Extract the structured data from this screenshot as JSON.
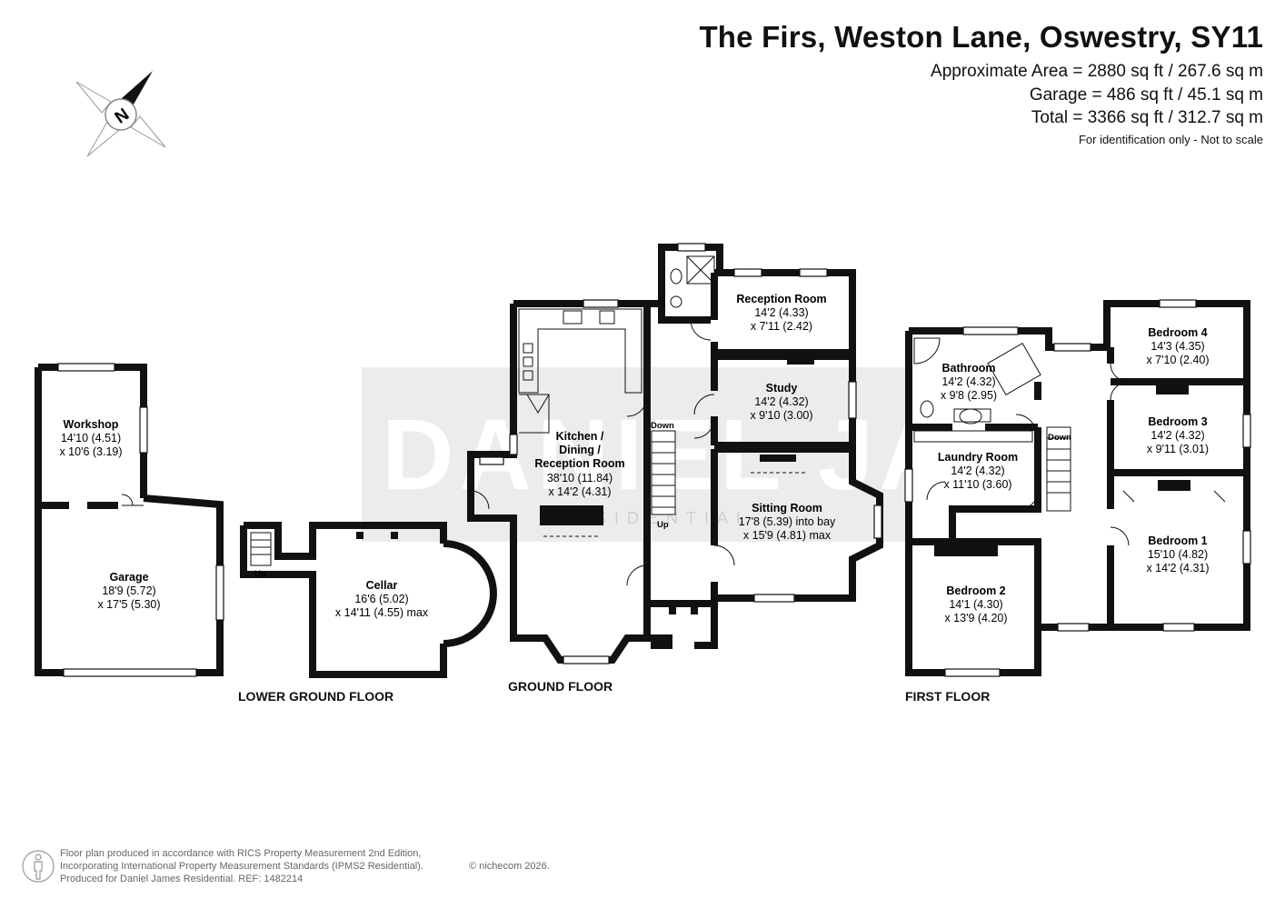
{
  "header": {
    "title": "The Firs, Weston Lane, Oswestry, SY11",
    "area_approx": "Approximate Area = 2880 sq ft / 267.6 sq m",
    "area_garage": "Garage = 486 sq ft / 45.1 sq m",
    "area_total": "Total = 3366 sq ft / 312.7 sq m",
    "note": "For identification only - Not to scale"
  },
  "compass": {
    "label": "N",
    "icon": "compass-north-icon"
  },
  "watermark": {
    "brand": "DANIEL JAMES",
    "tagline": "RESIDENTIAL"
  },
  "floors": {
    "lower_ground": "LOWER GROUND FLOOR",
    "ground": "GROUND FLOOR",
    "first": "FIRST FLOOR"
  },
  "rooms": {
    "workshop": {
      "name": "Workshop",
      "dim1": "14'10 (4.51)",
      "dim2": "x 10'6 (3.19)"
    },
    "garage": {
      "name": "Garage",
      "dim1": "18'9 (5.72)",
      "dim2": "x 17'5 (5.30)"
    },
    "cellar": {
      "name": "Cellar",
      "dim1": "16'6 (5.02)",
      "dim2": "x 14'11 (4.55) max"
    },
    "kitchen": {
      "name1": "Kitchen /",
      "name2": "Dining /",
      "name3": "Reception Room",
      "dim1": "38'10 (11.84)",
      "dim2": "x 14'2 (4.31)"
    },
    "reception": {
      "name": "Reception Room",
      "dim1": "14'2 (4.33)",
      "dim2": "x 7'11 (2.42)"
    },
    "study": {
      "name": "Study",
      "dim1": "14'2 (4.32)",
      "dim2": "x 9'10 (3.00)"
    },
    "sitting": {
      "name": "Sitting Room",
      "dim1": "17'8 (5.39) into bay",
      "dim2": "x 15'9 (4.81) max"
    },
    "bathroom": {
      "name": "Bathroom",
      "dim1": "14'2 (4.32)",
      "dim2": "x 9'8 (2.95)"
    },
    "laundry": {
      "name": "Laundry Room",
      "dim1": "14'2 (4.32)",
      "dim2": "x 11'10 (3.60)"
    },
    "bedroom1": {
      "name": "Bedroom 1",
      "dim1": "15'10 (4.82)",
      "dim2": "x 14'2 (4.31)"
    },
    "bedroom2": {
      "name": "Bedroom 2",
      "dim1": "14'1 (4.30)",
      "dim2": "x 13'9 (4.20)"
    },
    "bedroom3": {
      "name": "Bedroom 3",
      "dim1": "14'2 (4.32)",
      "dim2": "x 9'11 (3.01)"
    },
    "bedroom4": {
      "name": "Bedroom 4",
      "dim1": "14'3 (4.35)",
      "dim2": "x 7'10 (2.40)"
    }
  },
  "stairs": {
    "up": "Up",
    "down": "Down"
  },
  "footer": {
    "line1": "Floor plan produced in accordance with RICS Property Measurement 2nd Edition,",
    "line2": "Incorporating International Property Measurement Standards (IPMS2 Residential).",
    "line3": "Produced for Daniel James Residential.   REF:  1482214",
    "copyright": "© nichecom 2026.",
    "icon": "person-icon"
  }
}
